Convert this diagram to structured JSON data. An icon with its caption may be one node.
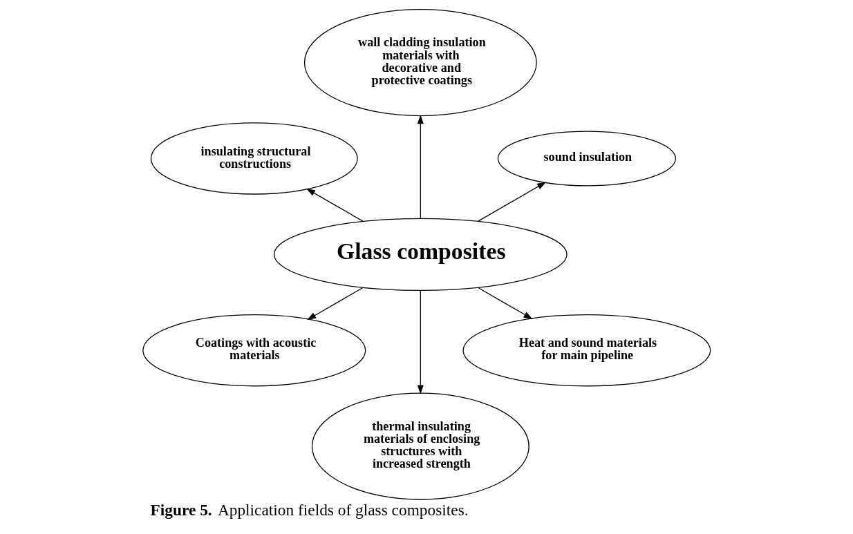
{
  "diagram": {
    "caption": "**Figure 5.** Application fields of glass composites.",
    "nodes": [
      {
        "text": [
          "sound insulation"
        ]
      },
      {
        "text": [
          "wall cladding insulation materials with decorative and protective coatings"
        ]
      },
      {
        "text": [
          "insulating structural constructions"
        ]
      },
      {
        "text": [
          "Glass composites"
        ]
      },
      {
        "text": [
          "Coatings with acoustic materials"
        ]
      },
      {
        "text": [
          "thermal insulating materials of enclosing structures with increased strength"
        ]
      },
      {
        "text": [
          "Heat and sound materials for main pipeline"
        ]
      }
    ],
    "edges": [
      {
        "from": 3,
        "to": 0,
        "arrow": "to"
      },
      {
        "from": 3,
        "to": 1,
        "arrow": "to"
      },
      {
        "from": 3,
        "to": 2,
        "arrow": "to"
      },
      {
        "from": 3,
        "to": 4,
        "arrow": "to"
      },
      {
        "from": 3,
        "to": 5,
        "arrow": "to"
      },
      {
        "from": 3,
        "to": 6,
        "arrow": "to"
      }
    ]
  }
}
